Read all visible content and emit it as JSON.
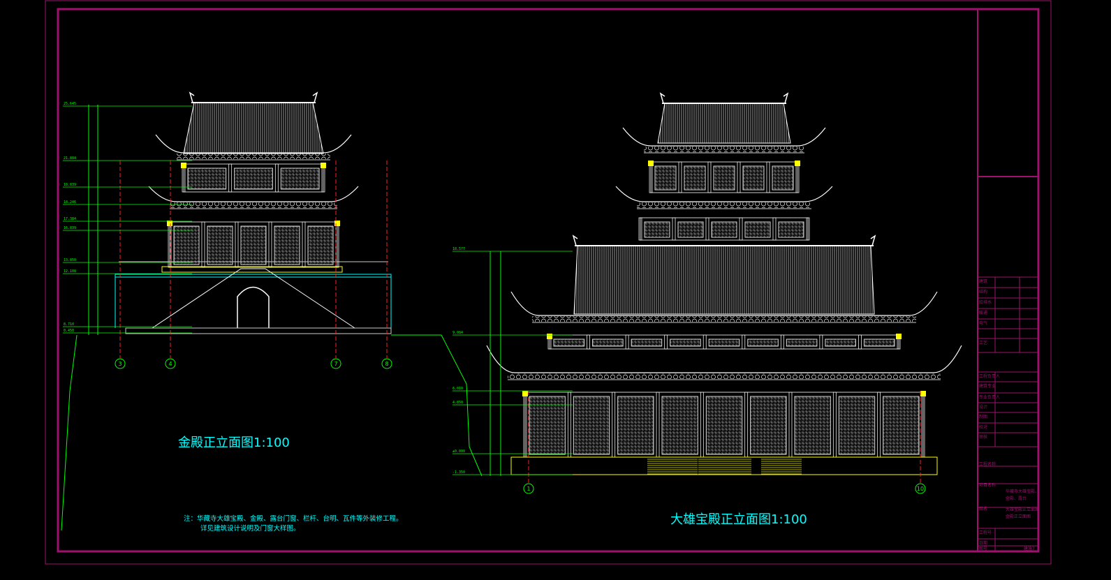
{
  "drawings": {
    "left": {
      "title": "金殿正立面图1:100",
      "axes": [
        "3",
        "4",
        "7",
        "8"
      ],
      "levels": [
        "25.645",
        "21.884",
        "18.839",
        "18.246",
        "17.384",
        "16.839",
        "13.850",
        "12.108",
        "8.710",
        "0.450"
      ]
    },
    "right": {
      "title": "大雄宝殿正立面图1:100",
      "axes": [
        "1",
        "10"
      ],
      "levels": [
        "18.577",
        "9.084",
        "6.010",
        "4.850",
        "±0.000",
        "-1.350"
      ]
    }
  },
  "note": {
    "line1": "注：华藏寺大雄宝殿、金殿、露台门窗、栏杆、台明、瓦件等外装修工程。",
    "line2": "详见建筑设计说明及门窗大样图。"
  },
  "title_block": {
    "disciplines": [
      "建筑",
      "结构",
      "给排水",
      "暖通",
      "电气",
      "工艺"
    ],
    "signatures": [
      "工程负责人",
      "建筑专业",
      "专业负责人",
      "设计",
      "制图",
      "校对",
      "审核"
    ],
    "project_label": "工程名称",
    "item_label": "项目名称",
    "item_value_1": "华藏寺大雄宝殿、",
    "item_value_2": "金殿、露台",
    "drawing_name_label": "图名",
    "drawing_name_1": "大雄宝殿正立面图",
    "drawing_name_2": "金殿正立面图",
    "job_no_label": "工程号",
    "date_label": "日期",
    "sheet_label": "图号",
    "sheet_value": "建施7"
  },
  "colors": {
    "frame": "#a0106e",
    "dim": "#00ff00",
    "text": "#00ffff",
    "lines": "#ffffff",
    "accent": "#ffff00"
  }
}
